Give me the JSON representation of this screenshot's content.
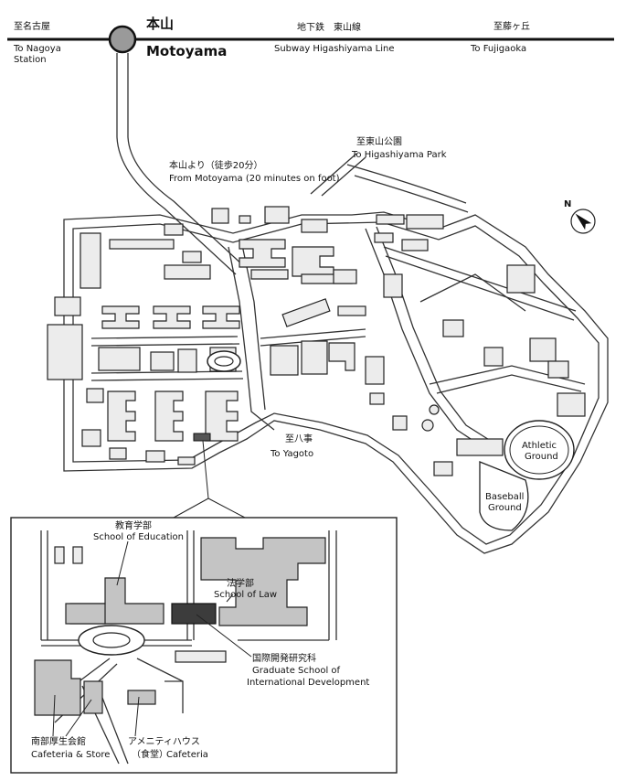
{
  "subway": {
    "station_jp": "本山",
    "station_en": "Motoyama",
    "line_jp": "地下鉄　東山線",
    "line_en": "Subway Higashiyama Line",
    "west_jp": "至名古屋",
    "west_en_1": "To Nagoya",
    "west_en_2": "Station",
    "east_jp": "至藤ヶ丘",
    "east_en": "To Fujigaoka"
  },
  "directions": {
    "from_motoyama_jp": "本山より（徒歩20分）",
    "from_motoyama_en": "From Motoyama (20 minutes on foot)",
    "park_jp": "至東山公園",
    "park_en": "To Higashiyama Park",
    "yagoto_jp": "至八事",
    "yagoto_en": "To Yagoto",
    "north": "N"
  },
  "grounds": {
    "athletic_1": "Athletic",
    "athletic_2": "Ground",
    "baseball_1": "Baseball",
    "baseball_2": "Ground"
  },
  "inset": {
    "education_jp": "教育学部",
    "education_en": "School of Education",
    "law_jp": "法学部",
    "law_en": "School of Law",
    "gsid_jp": "国際開発研究科",
    "gsid_en_1": "Graduate School of",
    "gsid_en_2": "International Development",
    "south_jp": "南部厚生会館",
    "south_en": "Cafeteria & Store",
    "amenity_jp": "アメニティハウス",
    "amenity_en_jp": "（食堂）",
    "amenity_en": "Cafeteria"
  },
  "colors": {
    "highlight": "#3c3c3c",
    "school": "#c4c4c4"
  }
}
